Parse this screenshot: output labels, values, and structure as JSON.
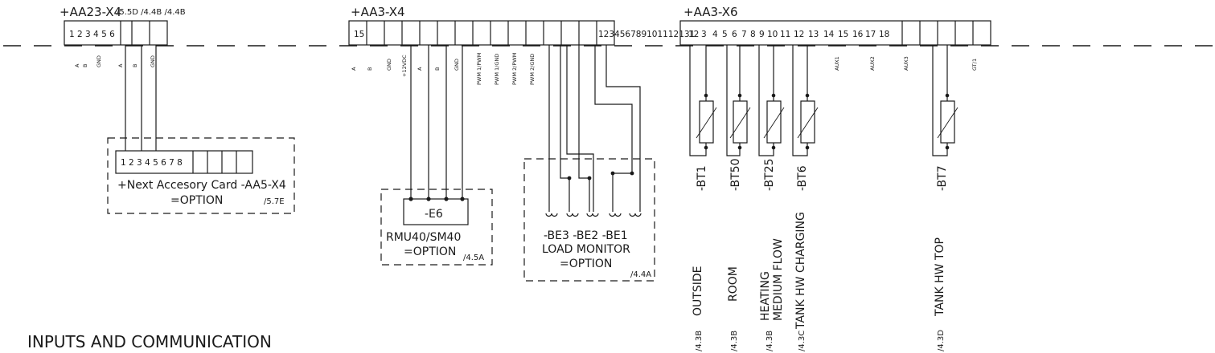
{
  "strips": {
    "aa23": {
      "name": "+AA23-X4",
      "refs": "/5.5D /4.4B /4.4B",
      "terminals": "1 2 3 4 5 6",
      "signals": [
        "A",
        "B",
        "GND",
        "A",
        "B",
        "GND"
      ]
    },
    "aa3x4": {
      "name": "+AA3-X4",
      "first_terminal": "15",
      "terminals_right": "123456789101112131",
      "signals": [
        "A",
        "B",
        "GND",
        "+12VDC",
        "A",
        "B",
        "GND",
        "PWM 1/PWM",
        "PWM 1/GND",
        "PWM 2/PWM",
        "PWM 2/GND"
      ]
    },
    "aa3x6": {
      "name": "+AA3-X6",
      "terminals": [
        "12",
        "3",
        "4",
        "5",
        "6",
        "7",
        "8",
        "9",
        "10",
        "11",
        "12",
        "13",
        "14",
        "15",
        "16",
        "17",
        "18"
      ],
      "signals": [
        "AUX1",
        "AUX2",
        "AUX3",
        "GT/1"
      ]
    }
  },
  "accessory_card": {
    "terminals": "1 2 3 4 5 6 7 8",
    "name": "+Next Accesory Card -AA5-X4",
    "option": "=OPTION",
    "ref": "/5.7E"
  },
  "rmu": {
    "device": "-E6",
    "name": "RMU40/SM40",
    "option": "=OPTION",
    "ref": "/4.5A"
  },
  "load_monitor": {
    "sensors": "-BE3 -BE2 -BE1",
    "name": "LOAD MONITOR",
    "option": "=OPTION",
    "ref": "/4.4A"
  },
  "sensors": [
    {
      "tag": "-BT1",
      "desc": "OUTSIDE",
      "desc2": "",
      "ref": "/4.3B"
    },
    {
      "tag": "-BT50",
      "desc": "ROOM",
      "desc2": "",
      "ref": "/4.3B"
    },
    {
      "tag": "-BT25",
      "desc": "HEATING",
      "desc2": "MEDIUM FLOW",
      "ref": "/4.3B"
    },
    {
      "tag": "-BT6",
      "desc": "TANK HW CHARGING",
      "desc2": "",
      "ref": "/4.3C"
    },
    {
      "tag": "-BT7",
      "desc": "TANK HW TOP",
      "desc2": "",
      "ref": "/4.3D"
    }
  ],
  "footer_title": "INPUTS AND COMMUNICATION"
}
